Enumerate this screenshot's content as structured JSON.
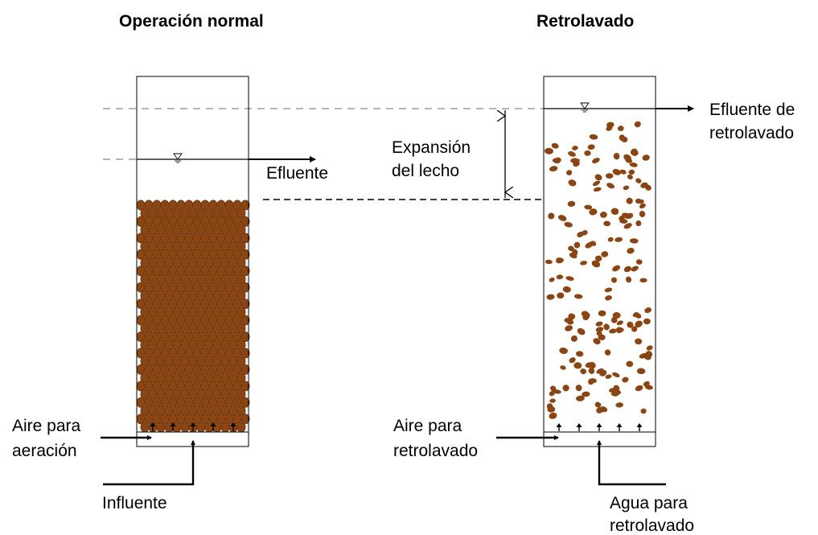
{
  "titles": {
    "normal": "Operación normal",
    "backwash": "Retrolavado"
  },
  "labels": {
    "efluente": "Efluente",
    "expansion_line1": "Expansión",
    "expansion_line2": "del lecho",
    "efluente_retro_line1": "Efluente de",
    "efluente_retro_line2": "retrolavado",
    "aire_aeracion_line1": "Aire para",
    "aire_aeracion_line2": "aeración",
    "influente": "Influente",
    "aire_retro_line1": "Aire para",
    "aire_retro_line2": "retrolavado",
    "agua_retro_line1": "Agua para",
    "agua_retro_line2": "retrolavado"
  },
  "colors": {
    "media": "#8B4513",
    "media_dark": "#5e2e0c",
    "dashed": "#888888",
    "line": "#000000"
  }
}
